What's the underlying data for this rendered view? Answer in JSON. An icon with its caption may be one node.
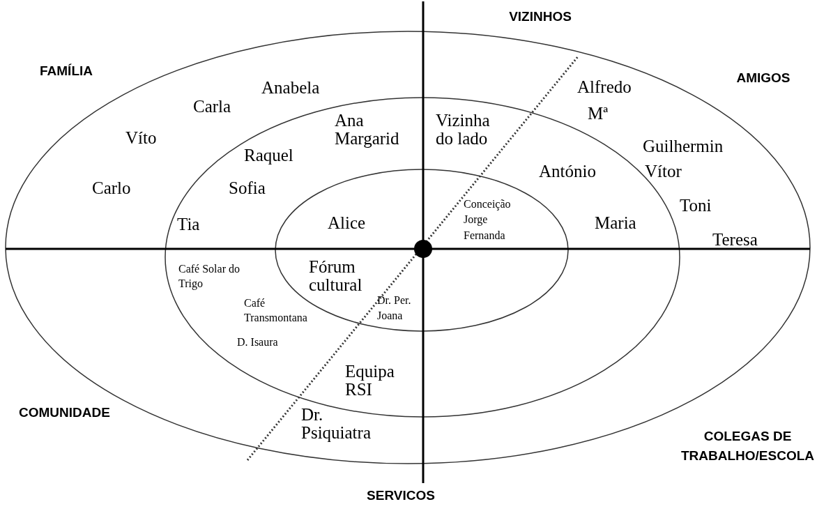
{
  "diagram": {
    "labels": [
      "VIZINHOS",
      "FAMÍLIA",
      "AMIGOS",
      "Anabela",
      "Alfredo",
      "Carla",
      "Mª",
      "Ana Margarid",
      "Vizinha do lado",
      "Víto",
      "Guilhermin",
      "Raquel",
      "António",
      "Vítor",
      "Carlo",
      "Sofia",
      "Conceição",
      "Toni",
      "Tia",
      "Alice",
      "Jorge",
      "Maria",
      "Fernanda",
      "Teresa",
      "Café Solar do Trigo",
      "Fórum cultural",
      "Café Transmontana",
      "Dr. Per.",
      "Joana",
      "D. Isaura",
      "Equipa RSI",
      "COMUNIDADE",
      "Dr. Psiquiatra",
      "COLEGAS DE TRABALHO/ESCOLA",
      "SERVICOS"
    ]
  }
}
